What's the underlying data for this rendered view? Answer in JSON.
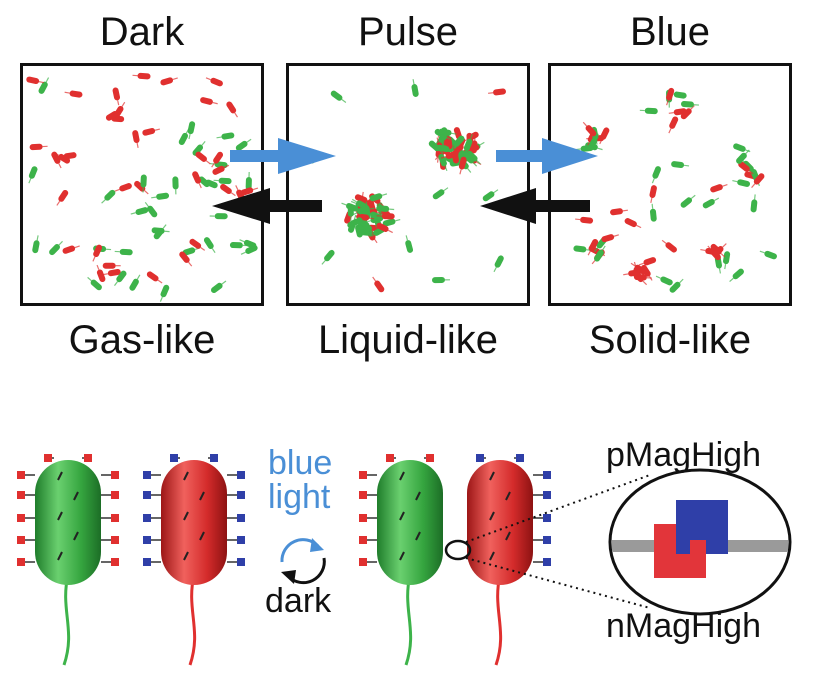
{
  "states": [
    {
      "title": "Dark",
      "phase": "Gas-like"
    },
    {
      "title": "Pulse",
      "phase": "Liquid-like"
    },
    {
      "title": "Blue",
      "phase": "Solid-like"
    }
  ],
  "switch": {
    "blue_label": "blue",
    "light_label": "light",
    "dark_label": "dark"
  },
  "proteins": {
    "top": "pMagHigh",
    "bottom": "nMagHigh"
  },
  "colors": {
    "green": "#3db34a",
    "red": "#e0302f",
    "blue_arrow": "#4a8fd6",
    "black_arrow": "#111111",
    "pmag": "#2f3fa8",
    "nmag": "#e2353a",
    "linker": "#9a9a9a"
  }
}
